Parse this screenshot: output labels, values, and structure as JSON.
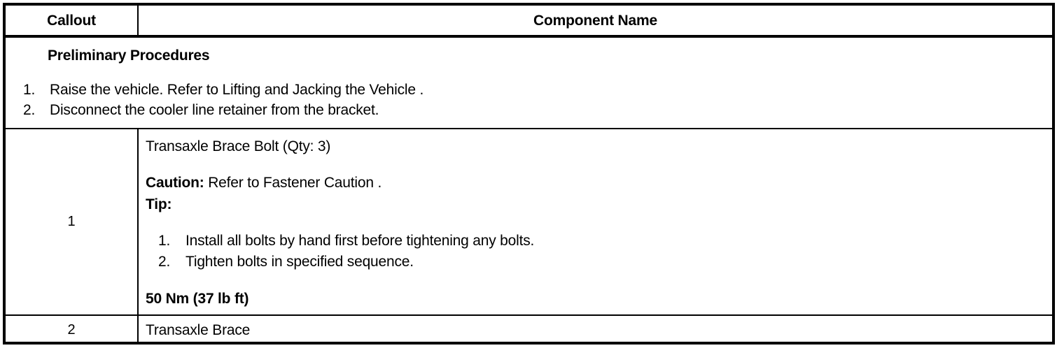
{
  "table": {
    "headers": {
      "callout": "Callout",
      "component_name": "Component Name"
    },
    "preliminary": {
      "title": "Preliminary Procedures",
      "steps": [
        {
          "num": "1.",
          "text": "Raise the vehicle. Refer to Lifting and Jacking the Vehicle ."
        },
        {
          "num": "2.",
          "text": "Disconnect the cooler line retainer from the bracket."
        }
      ]
    },
    "rows": [
      {
        "callout": "1",
        "component": {
          "title": "Transaxle Brace Bolt (Qty: 3)",
          "caution_label": "Caution:",
          "caution_text": " Refer to Fastener Caution .",
          "tip_label": "Tip:",
          "tip_steps": [
            {
              "num": "1.",
              "text": "Install all bolts by hand first before tightening any bolts."
            },
            {
              "num": "2.",
              "text": "Tighten bolts in specified sequence."
            }
          ],
          "torque": "50 Nm (37 lb ft)"
        }
      },
      {
        "callout": "2",
        "component": {
          "title": "Transaxle Brace"
        }
      }
    ]
  },
  "colors": {
    "background": "#ffffff",
    "text": "#000000",
    "border": "#000000"
  }
}
